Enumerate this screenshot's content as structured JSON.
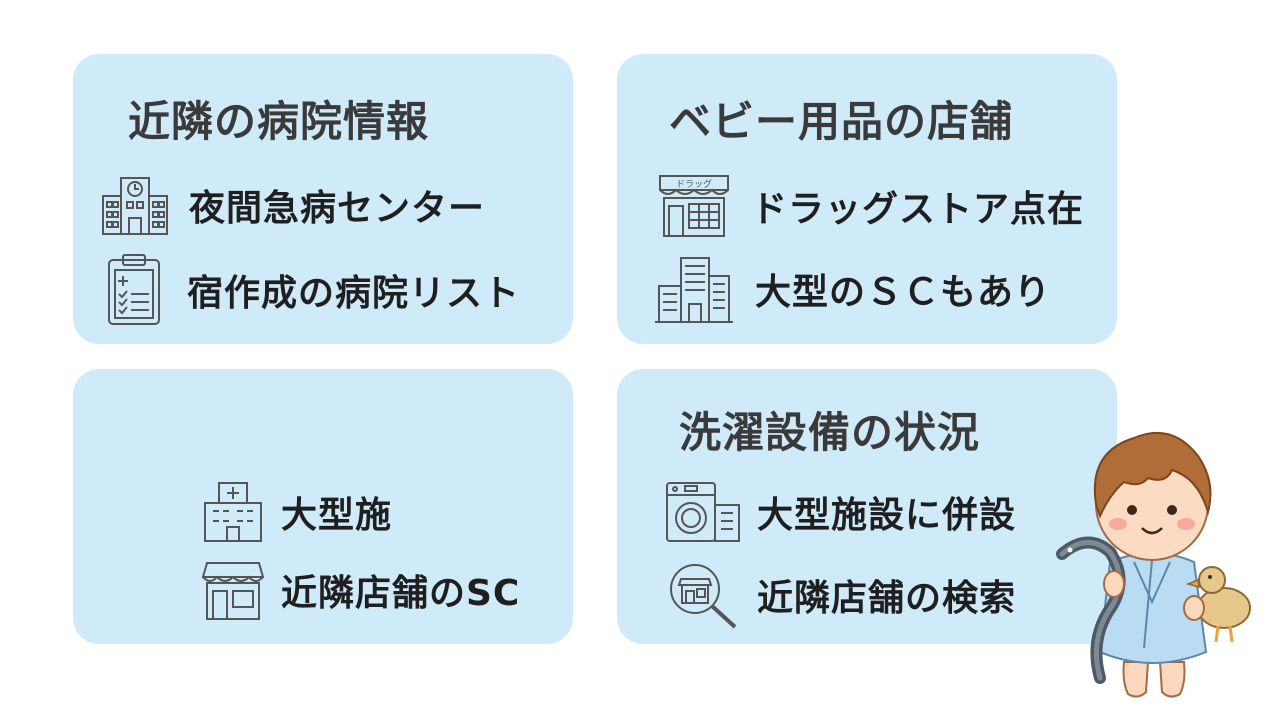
{
  "hospital": {
    "title": "近隣の病院情報",
    "items": [
      {
        "icon": "hospital-clock-icon",
        "label": "夜間急病センター"
      },
      {
        "icon": "clipboard-icon",
        "label": "宿作成の病院リスト"
      }
    ]
  },
  "baby_goods": {
    "title": "ベビー用品の店舗",
    "sign_text": "ドラッグ",
    "items": [
      {
        "icon": "drugstore-icon",
        "label": "ドラッグストア点在"
      },
      {
        "icon": "buildings-icon",
        "label": "大型のＳＣもあり"
      }
    ]
  },
  "facilities": {
    "items": [
      {
        "icon": "hospital-cross-icon",
        "label": "大型施"
      },
      {
        "icon": "shop-icon",
        "label": "近隣店舗のSC"
      }
    ]
  },
  "laundry": {
    "title": "洗濯設備の状況",
    "items": [
      {
        "icon": "washing-machine-icon",
        "label": "大型施設に併設"
      },
      {
        "icon": "search-shop-icon",
        "label": "近隣店舗の検索"
      }
    ]
  },
  "colors": {
    "card_background": "#cfeaf8",
    "text": "#1f1f1f",
    "icon_stroke": "#555555"
  }
}
